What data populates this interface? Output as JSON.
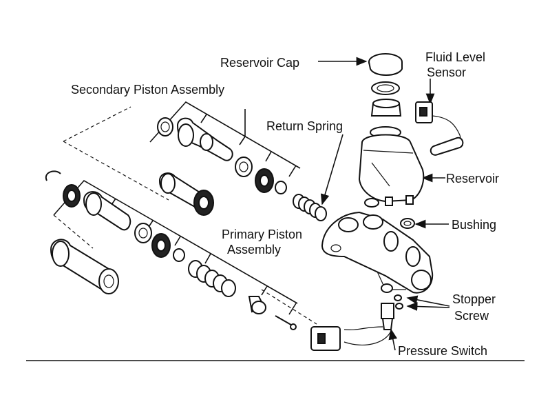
{
  "labels": {
    "reservoir_cap": "Reservoir Cap",
    "fluid_level_sensor_1": "Fluid Level",
    "fluid_level_sensor_2": "Sensor",
    "secondary_piston": "Secondary Piston Assembly",
    "return_spring": "Return Spring",
    "reservoir": "Reservoir",
    "bushing": "Bushing",
    "primary_piston_1": "Primary Piston",
    "primary_piston_2": "Assembly",
    "stopper_screw_1": "Stopper",
    "stopper_screw_2": "Screw",
    "pressure_switch": "Pressure Switch"
  }
}
